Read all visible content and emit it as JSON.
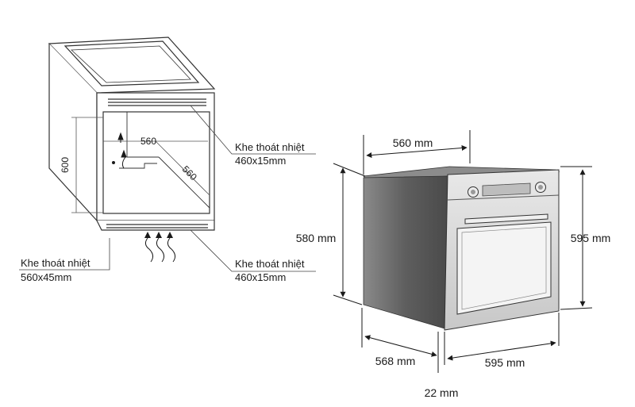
{
  "cabinet": {
    "dim_width": "560",
    "dim_depth": "560",
    "dim_height": "600",
    "vent_top_title": "Khe thoát nhiệt",
    "vent_top_size": "460x15mm",
    "vent_bottom_title": "Khe thoát nhiệt",
    "vent_bottom_size": "460x15mm",
    "vent_base_title": "Khe thoát nhiệt",
    "vent_base_size": "560x45mm"
  },
  "oven": {
    "width_top": "560 mm",
    "height_left": "580 mm",
    "height_right": "595 mm",
    "depth_bottom": "568 mm",
    "width_bottom": "595 mm",
    "door_thickness": "22 mm"
  },
  "colors": {
    "line": "#333333",
    "oven_body": "#6a6a6a",
    "oven_front": "#d9d9d9",
    "oven_window": "#f2f2f2"
  }
}
